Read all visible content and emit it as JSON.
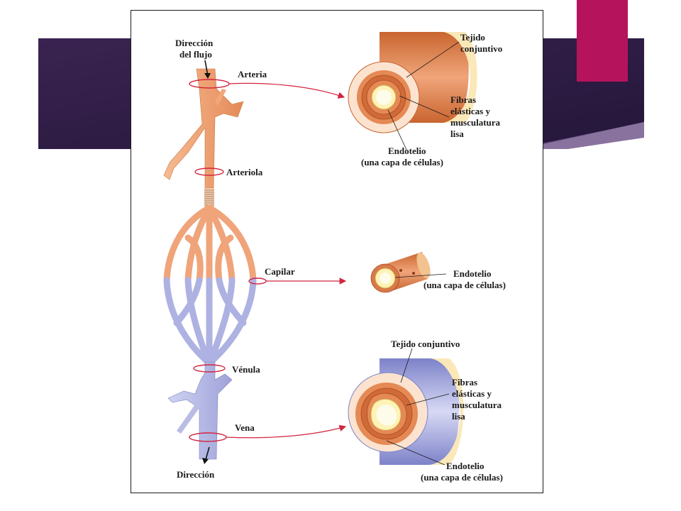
{
  "slide": {
    "colors": {
      "banner_dark": "#2a1a45",
      "banner_mid": "#4a2c5e",
      "accent": "#b5135c"
    }
  },
  "diagram": {
    "flow_top": [
      "Dirección",
      "del flujo"
    ],
    "arteria": "Arteria",
    "arteriola": "Arteriola",
    "capilar": "Capilar",
    "venula": "Vénula",
    "vena": "Vena",
    "flow_bottom": "Dirección",
    "artery_tissue": [
      "Tejido",
      "conjuntivo"
    ],
    "artery_fibers": [
      "Fibras",
      "elásticas y",
      "musculatura",
      "lisa"
    ],
    "artery_endo": [
      "Endotelio",
      "(una capa de células)"
    ],
    "capillary_endo": [
      "Endotelio",
      "(una capa de células)"
    ],
    "vein_tissue": "Tejido conjuntivo",
    "vein_fibers": [
      "Fibras",
      "elásticas y",
      "musculatura",
      "lisa"
    ],
    "vein_endo": [
      "Endotelio",
      "(una capa de células)"
    ],
    "colors": {
      "artery": "#f2a77a",
      "artery_dark": "#d9794a",
      "vein": "#b9bde6",
      "vein_dark": "#8f93cc",
      "pointer": "#d2243f"
    }
  }
}
